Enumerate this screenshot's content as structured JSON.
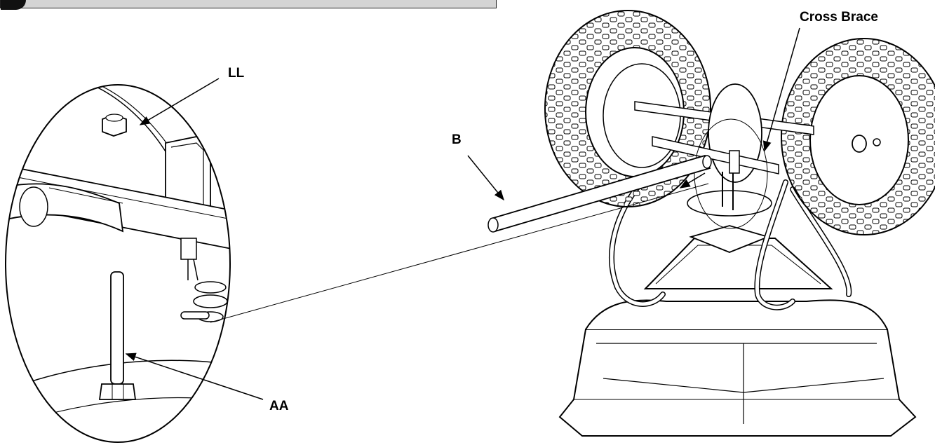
{
  "note": {
    "text": ""
  },
  "labels": {
    "cross_brace": "Cross Brace",
    "ll": "LL",
    "b": "B",
    "aa": "AA"
  }
}
